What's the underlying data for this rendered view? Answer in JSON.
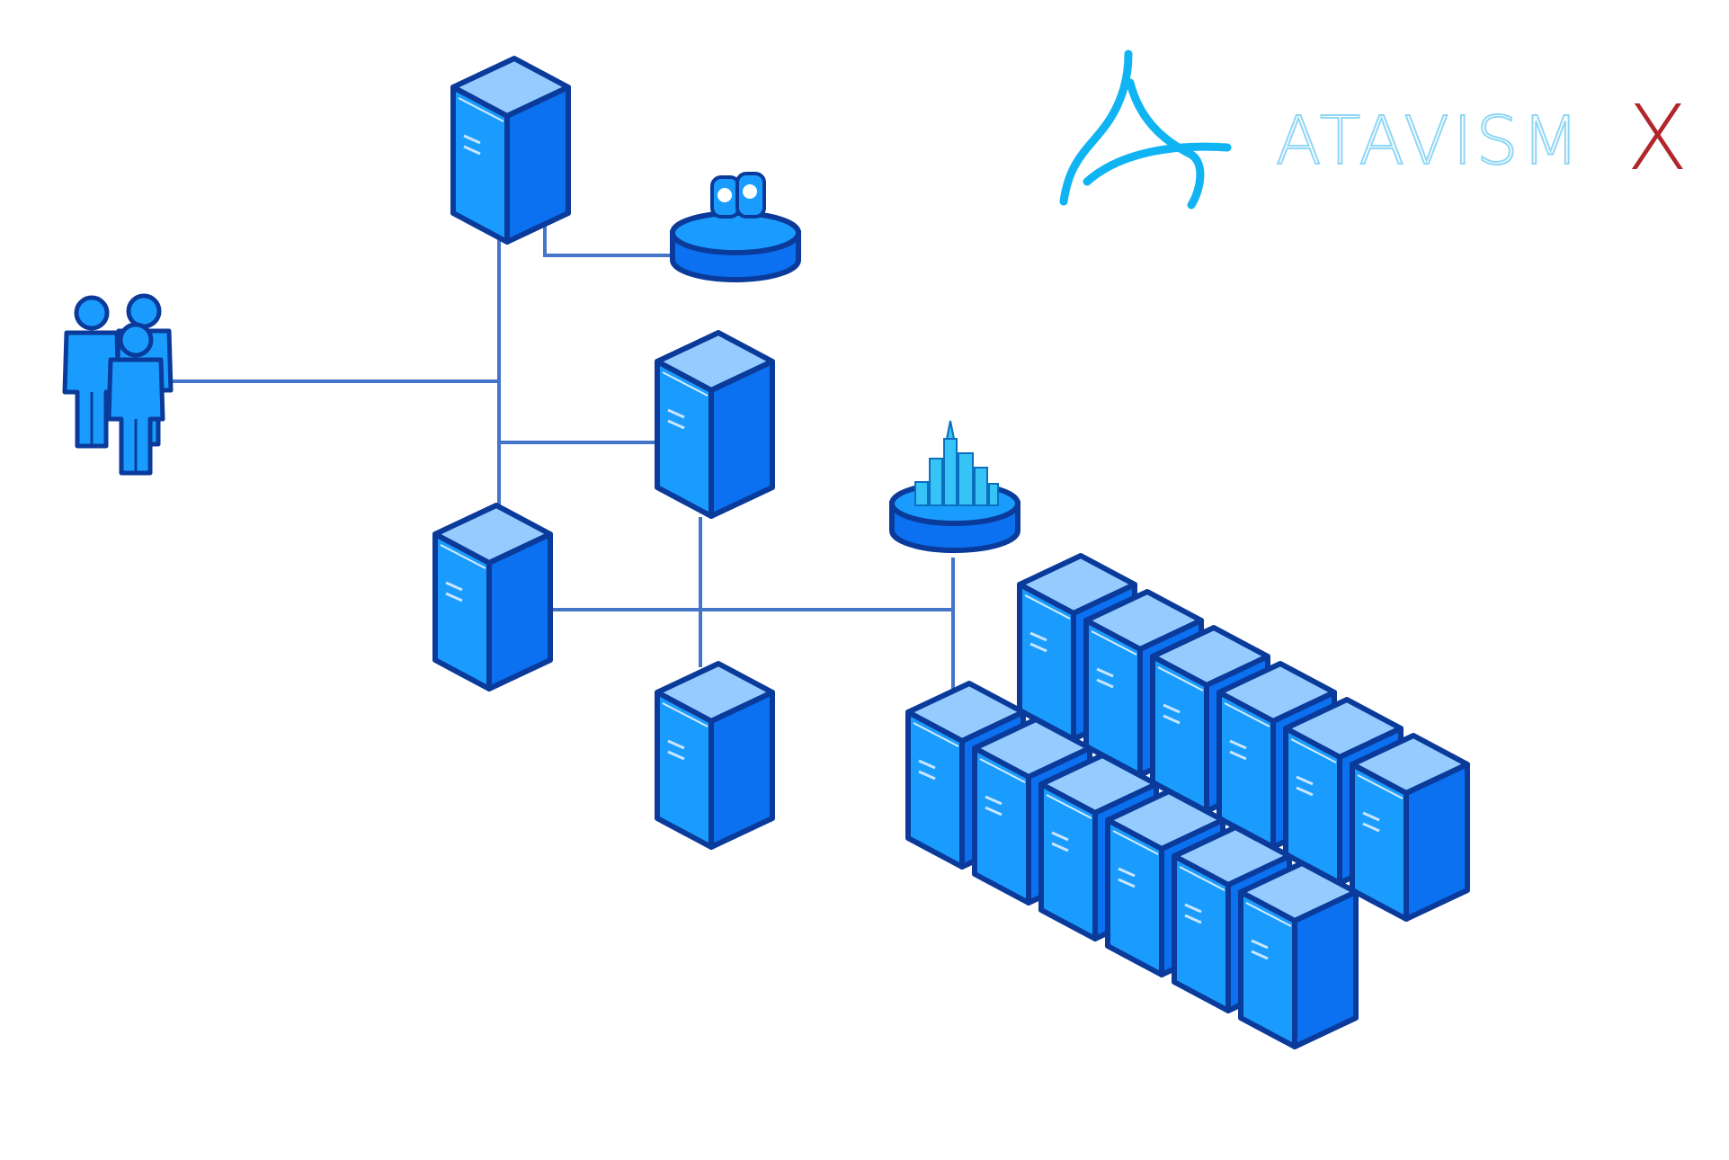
{
  "logo": {
    "wordmark": "ATAVISM",
    "suffix": "X",
    "symbol_icon": "stylized-a-icon",
    "colors": {
      "symbol": "#11b4f3",
      "word_stroke": "#8fd7f5",
      "suffix": "#b0262c"
    }
  },
  "nodes": [
    {
      "id": "server-top",
      "icon": "server-icon"
    },
    {
      "id": "database-users",
      "icon": "user-database-icon"
    },
    {
      "id": "user-group",
      "icon": "users-icon"
    },
    {
      "id": "server-middle-right",
      "icon": "server-icon"
    },
    {
      "id": "server-middle-left",
      "icon": "server-icon"
    },
    {
      "id": "server-bottom",
      "icon": "server-icon"
    },
    {
      "id": "database-city",
      "icon": "city-database-icon"
    },
    {
      "id": "server-cluster",
      "icon": "server-cluster-icon",
      "count": 12
    }
  ],
  "colors": {
    "server_front": "#0b71f1",
    "server_side": "#1a9cff",
    "server_top": "#94ccff",
    "outline": "#0b3b9a",
    "line": "#4475c9"
  }
}
